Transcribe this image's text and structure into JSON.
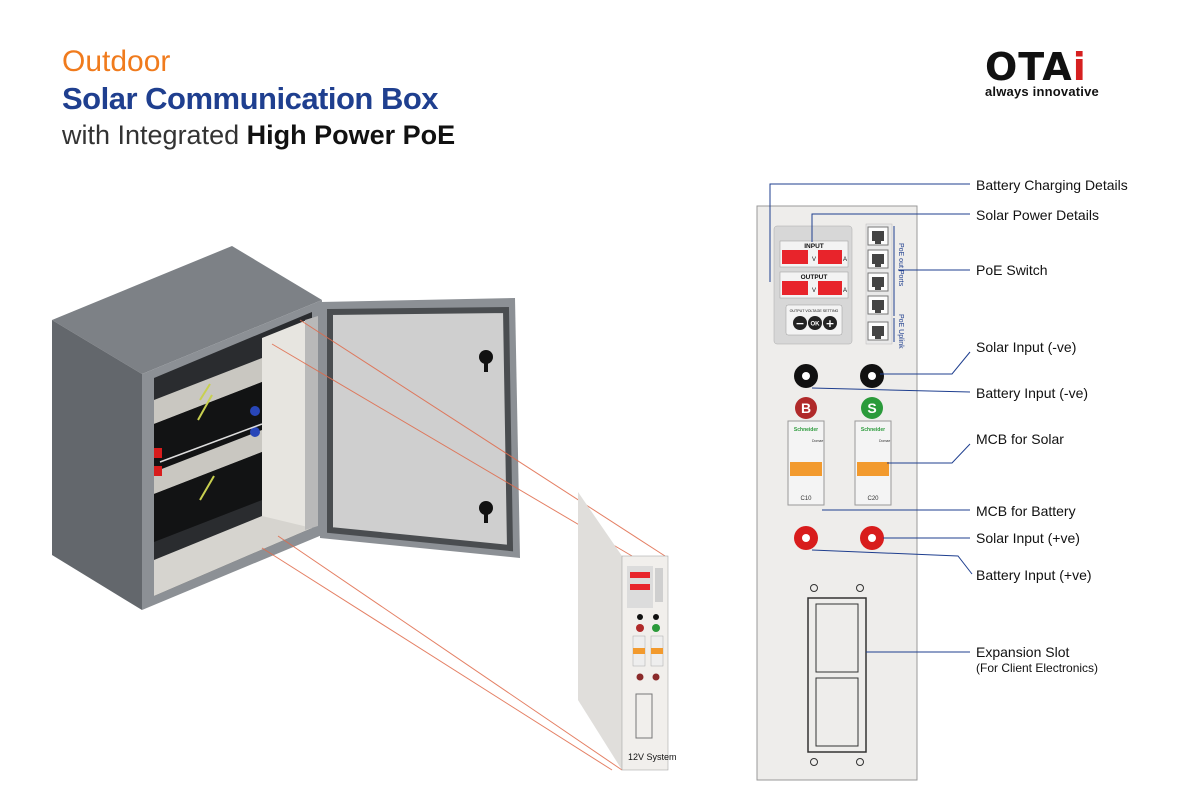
{
  "title": {
    "line1": "Outdoor",
    "line2": "Solar Communication Box",
    "line3_prefix": "with Integrated ",
    "line3_bold": "High Power PoE"
  },
  "logo": {
    "word": "OTA",
    "letter": "i",
    "tagline": "always innovative"
  },
  "panel": {
    "input_label": "INPUT",
    "output_label": "OUTPUT",
    "volts_unit": "V",
    "amps_unit": "A",
    "voltage_setting_label": "OUTPUT VOLTAGE SETTING",
    "btn_minus": "−",
    "btn_ok": "OK",
    "btn_plus": "+",
    "poe_out_label": "PoE out Ports",
    "poe_uplink_label": "PoE Uplink",
    "badge_b": "B",
    "badge_s": "S",
    "mcb_brand": "Schneider",
    "mcb_model": "Domae",
    "mcb_left_rating": "C10",
    "mcb_right_rating": "C20",
    "small_panel_label": "12V System"
  },
  "callouts": {
    "battery_charging": "Battery Charging Details",
    "solar_power": "Solar Power Details",
    "poe_switch": "PoE Switch",
    "solar_input_neg": "Solar Input (-ve)",
    "battery_input_neg": "Battery Input (-ve)",
    "mcb_solar": "MCB for Solar",
    "mcb_battery": "MCB for Battery",
    "solar_input_pos": "Solar Input (+ve)",
    "battery_input_pos": "Battery Input (+ve)",
    "expansion_slot": "Expansion Slot",
    "expansion_slot_sub": "(For Client Electronics)"
  },
  "colors": {
    "orange": "#f07b1d",
    "navy": "#1f3f8f",
    "display_red": "#e8242b",
    "badge_b": "#b02a2a",
    "badge_s": "#2a9a3a",
    "terminal_red": "#d81c1c"
  }
}
